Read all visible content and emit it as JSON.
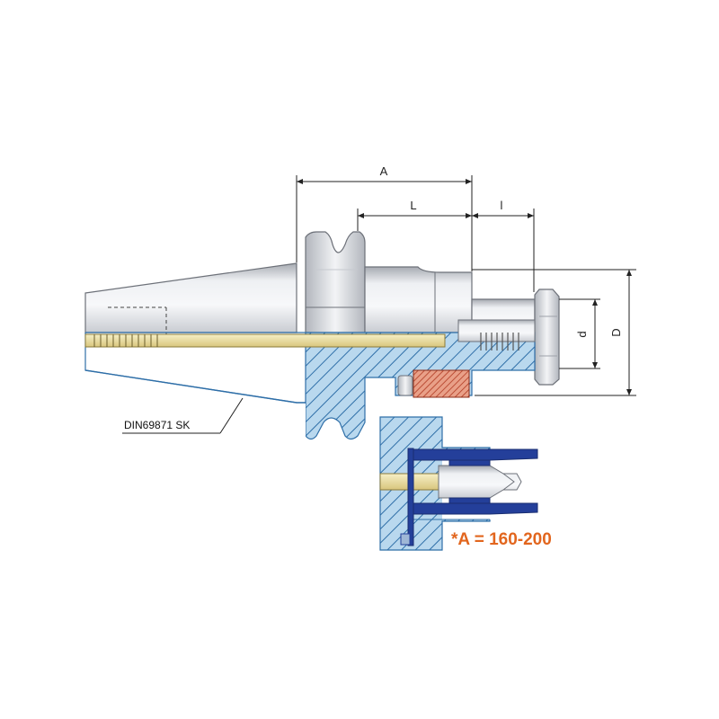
{
  "drawing": {
    "dimensions": {
      "A": "A",
      "L": "L",
      "l": "l",
      "d": "d",
      "D": "D"
    },
    "standard_label": "DIN69871 SK",
    "note": "*A = 160-200"
  },
  "colors": {
    "hatch_fill": "#b9d8ee",
    "hatch_line": "#2f6fa8",
    "metal_light": "#e6e8ec",
    "metal_dark": "#9ea2aa",
    "thread_color": "#c0392b",
    "blue_part": "#243f9a",
    "note_color": "#e2661e",
    "brass": "#e9dca0"
  }
}
